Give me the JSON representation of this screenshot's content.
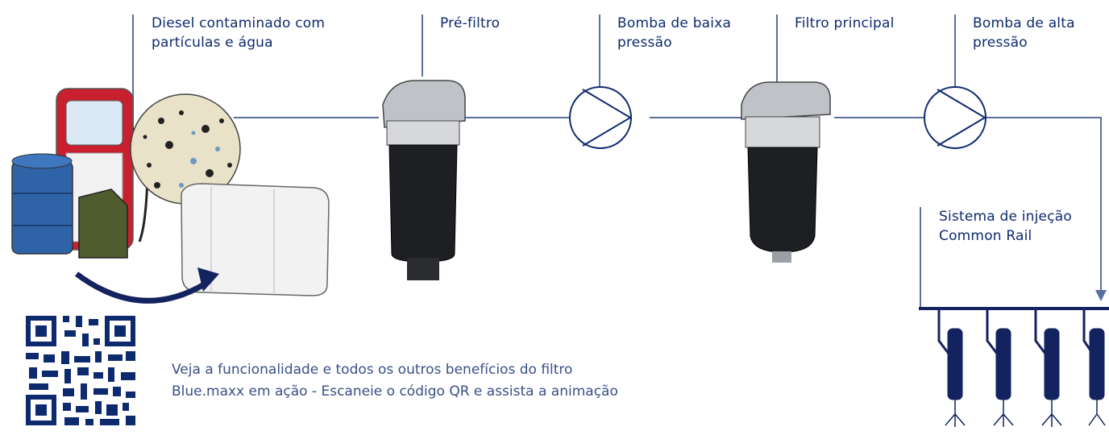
{
  "labels": {
    "diesel": "Diesel contaminado com partículas e água",
    "prefilter": "Pré-filtro",
    "low_pump": "Bomba de baixa pressão",
    "main_filter": "Filtro principal",
    "high_pump": "Bomba de alta pressão",
    "injection": "Sistema de injeção Common Rail"
  },
  "caption": "Veja a funcionalidade e todos os outros benefícios do filtro Blue.maxx em ação - Escaneie o código QR e assista a animação",
  "colors": {
    "line": "#5b6f9e",
    "text": "#0e2a6e",
    "injector": "#13235f"
  }
}
